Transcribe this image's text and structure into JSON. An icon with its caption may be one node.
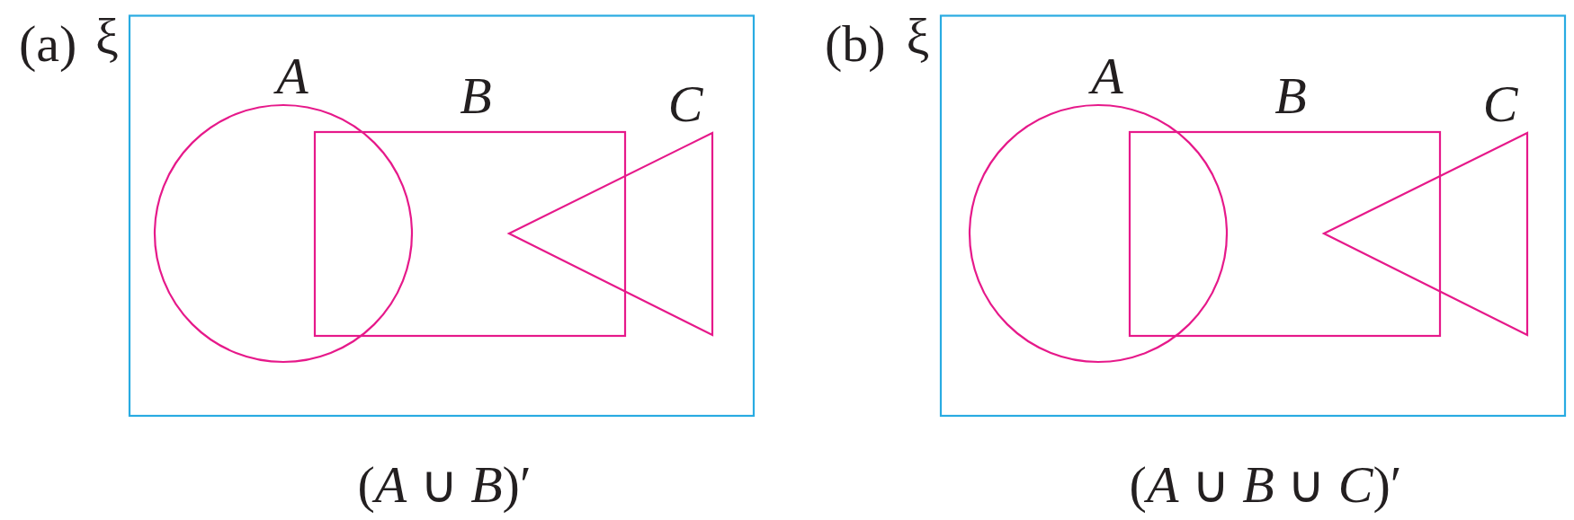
{
  "diagram": {
    "nodes": [
      {
        "text": [
          "ξ"
        ]
      },
      {
        "text": [
          "A"
        ],
        "in": 0
      },
      {
        "text": [
          "B"
        ],
        "in": 0
      },
      {
        "text": [
          "C"
        ],
        "in": 0
      },
      {
        "text": [
          "ξ"
        ]
      },
      {
        "text": [
          "A"
        ],
        "in": 4
      },
      {
        "text": [
          "B"
        ],
        "in": 4
      },
      {
        "text": [
          "C"
        ],
        "in": 4
      }
    ],
    "labels": [
      "(a)",
      "(b)",
      "(*A* ∪ *B*)′",
      "(*A* ∪ *B* ∪ *C*)′"
    ]
  }
}
